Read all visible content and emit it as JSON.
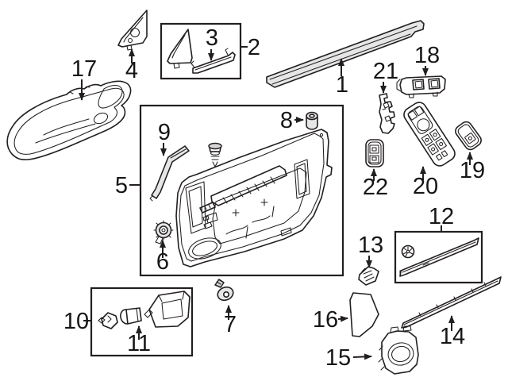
{
  "figure": {
    "kind": "exploded-parts-diagram",
    "background_color": "#ffffff",
    "line_color": "#231f20",
    "shade_color": "#e6e6e6",
    "label_color": "#161616",
    "callout_labels": [
      "1",
      "2",
      "3",
      "4",
      "5",
      "6",
      "7",
      "8",
      "9",
      "10",
      "11",
      "12",
      "13",
      "14",
      "15",
      "16",
      "17",
      "18",
      "19",
      "20",
      "21",
      "22"
    ],
    "group_boxes": [
      {
        "contains": [
          "2",
          "3"
        ]
      },
      {
        "contains": [
          "5",
          "6",
          "8",
          "9"
        ]
      },
      {
        "contains": [
          "10",
          "11"
        ]
      },
      {
        "contains": [
          "12"
        ]
      }
    ]
  }
}
